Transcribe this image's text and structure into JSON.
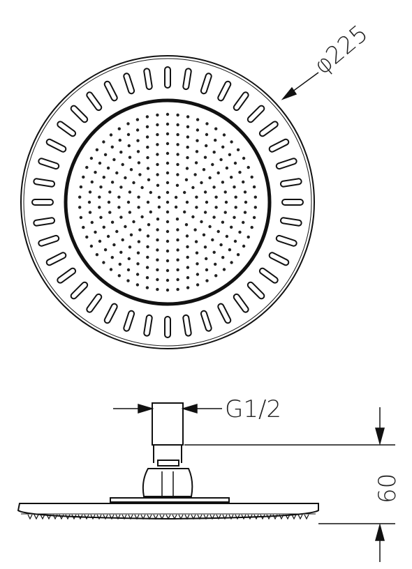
{
  "drawing": {
    "top_view": {
      "diameter_label": "φ225"
    },
    "side_view": {
      "thread_label": "G1/2",
      "height_label": "60"
    }
  },
  "colors": {
    "line": "#111111",
    "background": "#ffffff"
  }
}
